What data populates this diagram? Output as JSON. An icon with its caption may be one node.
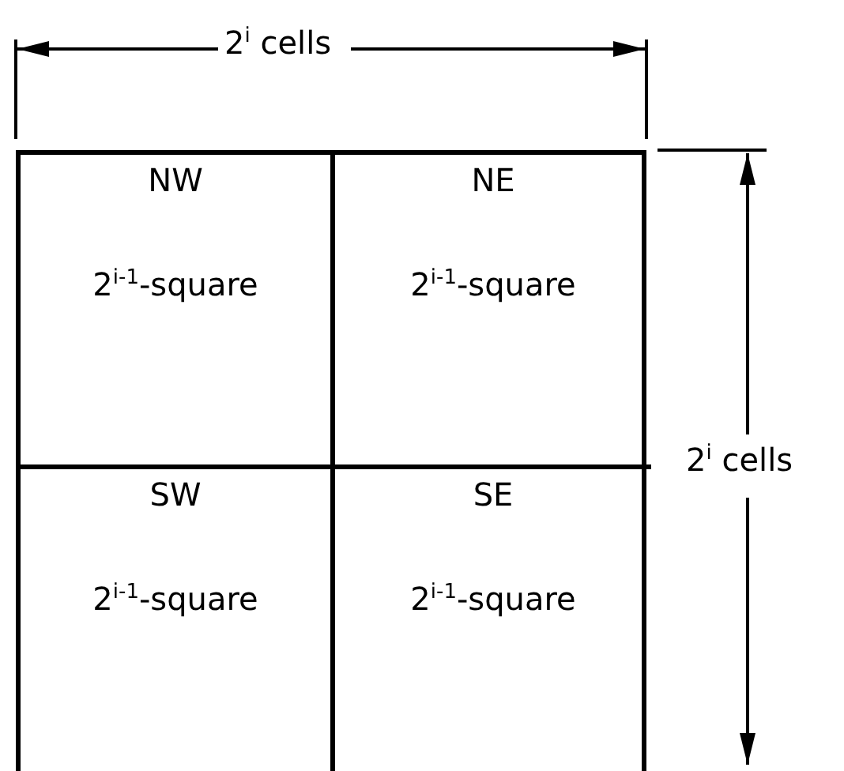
{
  "diagram": {
    "nodes": [
      {
        "text": [],
        "shape": "box"
      },
      {
        "text": [
          "NW",
          "2$^{i-1}$-square"
        ],
        "in": 0
      },
      {
        "text": [
          "NE",
          "2$^{i-1}$-square"
        ],
        "in": 0
      },
      {
        "text": [
          "SW",
          "2$^{i-1}$-square"
        ],
        "in": 0
      },
      {
        "text": [
          "SE",
          "2$^{i-1}$-square"
        ],
        "in": 0
      }
    ],
    "labels": [
      "2$^{i}$ cells",
      "2$^{i}$ cells"
    ]
  }
}
